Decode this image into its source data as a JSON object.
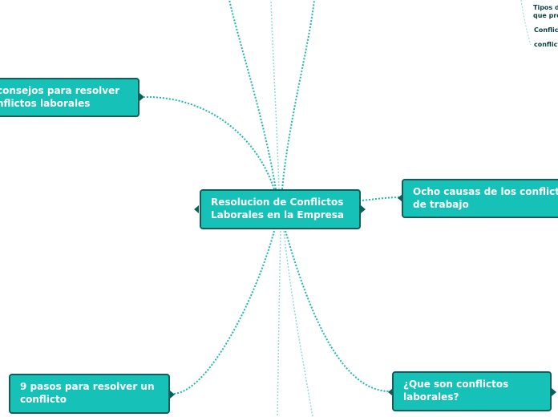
{
  "colors": {
    "node_fill": "#16c2b8",
    "node_border": "#0c5f5a",
    "link": "#1fb7ad",
    "link_light": "#8fdcd6"
  },
  "central": {
    "line1": "Resolucion de Conflictos",
    "line2": "Laborales en la Empresa"
  },
  "nodes": {
    "consejos": {
      "line1": "consejos para resolver",
      "line2": "nflictos laborales"
    },
    "ocho": {
      "line1": "Ocho causas de los conflictos",
      "line2": "de trabajo"
    },
    "nueve": {
      "line1": "9 pasos para resolver un",
      "line2": "conflicto"
    },
    "que_son": {
      "line1": "¿Que son conflictos",
      "line2": "laborales?"
    }
  },
  "top_right_list": {
    "item1_line1": "Tipos de",
    "item1_line2": "que pro",
    "item2": "Conflict",
    "item3": "conflicto"
  }
}
